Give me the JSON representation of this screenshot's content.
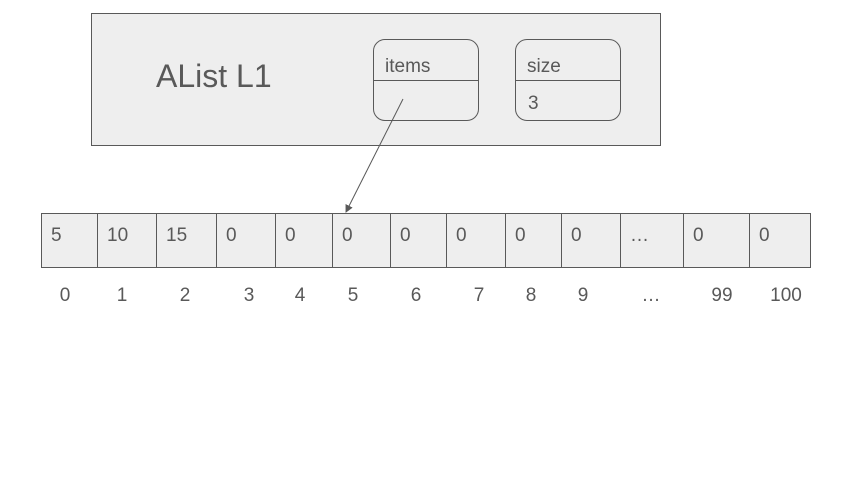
{
  "object": {
    "title": "AList L1",
    "fields": [
      {
        "label": "items",
        "value": ""
      },
      {
        "label": "size",
        "value": "3"
      }
    ]
  },
  "array": {
    "cells": [
      "5",
      "10",
      "15",
      "0",
      "0",
      "0",
      "0",
      "0",
      "0",
      "0",
      "…",
      "0",
      "0"
    ],
    "indices": [
      "0",
      "1",
      "2",
      "3",
      "4",
      "5",
      "6",
      "7",
      "8",
      "9",
      "…",
      "99",
      "100"
    ]
  },
  "colors": {
    "box_fill": "#eeeeee",
    "stroke": "#595959",
    "text": "#595959"
  }
}
